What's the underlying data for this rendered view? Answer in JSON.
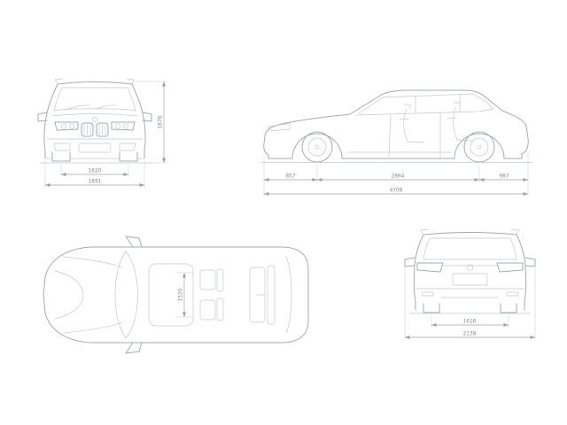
{
  "diagram": {
    "kind": "vehicle-dimension-blueprint",
    "views": [
      "front",
      "side",
      "top",
      "rear"
    ]
  },
  "colors": {
    "background": "#ffffff",
    "car_line": "#a6abb0",
    "detail_line": "#c4c8cc",
    "dimension_line": "#9ba0a5",
    "dimension_text": "#83888d"
  },
  "views": {
    "front": {
      "dims": {
        "overall_height": "1676",
        "track_width": "1620",
        "overall_width": "1891"
      }
    },
    "side": {
      "dims": {
        "front_overhang": "857",
        "wheelbase": "2864",
        "rear_overhang": "987",
        "overall_length": "4708"
      }
    },
    "top": {
      "dims": {
        "interior_width": "1520"
      }
    },
    "rear": {
      "dims": {
        "track_width": "1616",
        "width_incl_mirrors": "2138"
      }
    }
  }
}
